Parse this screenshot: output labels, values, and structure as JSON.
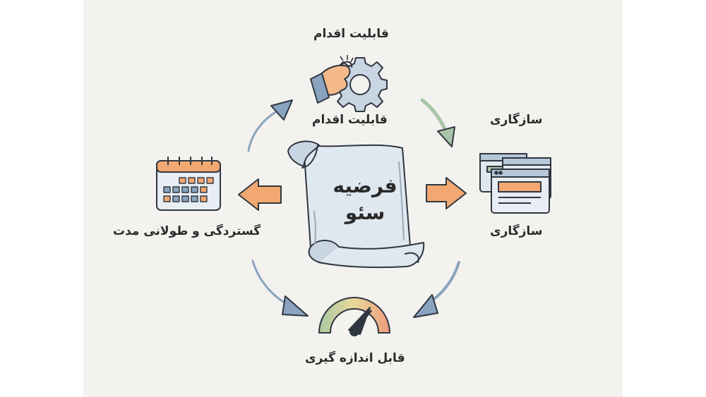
{
  "center": {
    "line1": "فرضیه",
    "line2": "سئو"
  },
  "nodes": {
    "top_label_1": "قابلیت اقدام",
    "top_label_2": "قابلیت اقدام",
    "right_label_1": "سازگاری",
    "right_label_2": "سازگاری",
    "left_label": "گستردگی و طولانی مدت",
    "bottom_label": "قابل اندازه گیری"
  },
  "icons": {
    "top": "hand-gear-icon",
    "right": "browser-windows-icon",
    "left": "calendar-icon",
    "bottom": "gauge-icon",
    "center": "scroll-icon"
  },
  "colors": {
    "orange_arrow": "#f2a870",
    "blue_arrow": "#8aa3bf",
    "green_arrow": "#a9c4a6",
    "scroll": "#dde5ee",
    "outline": "#2f3640"
  }
}
